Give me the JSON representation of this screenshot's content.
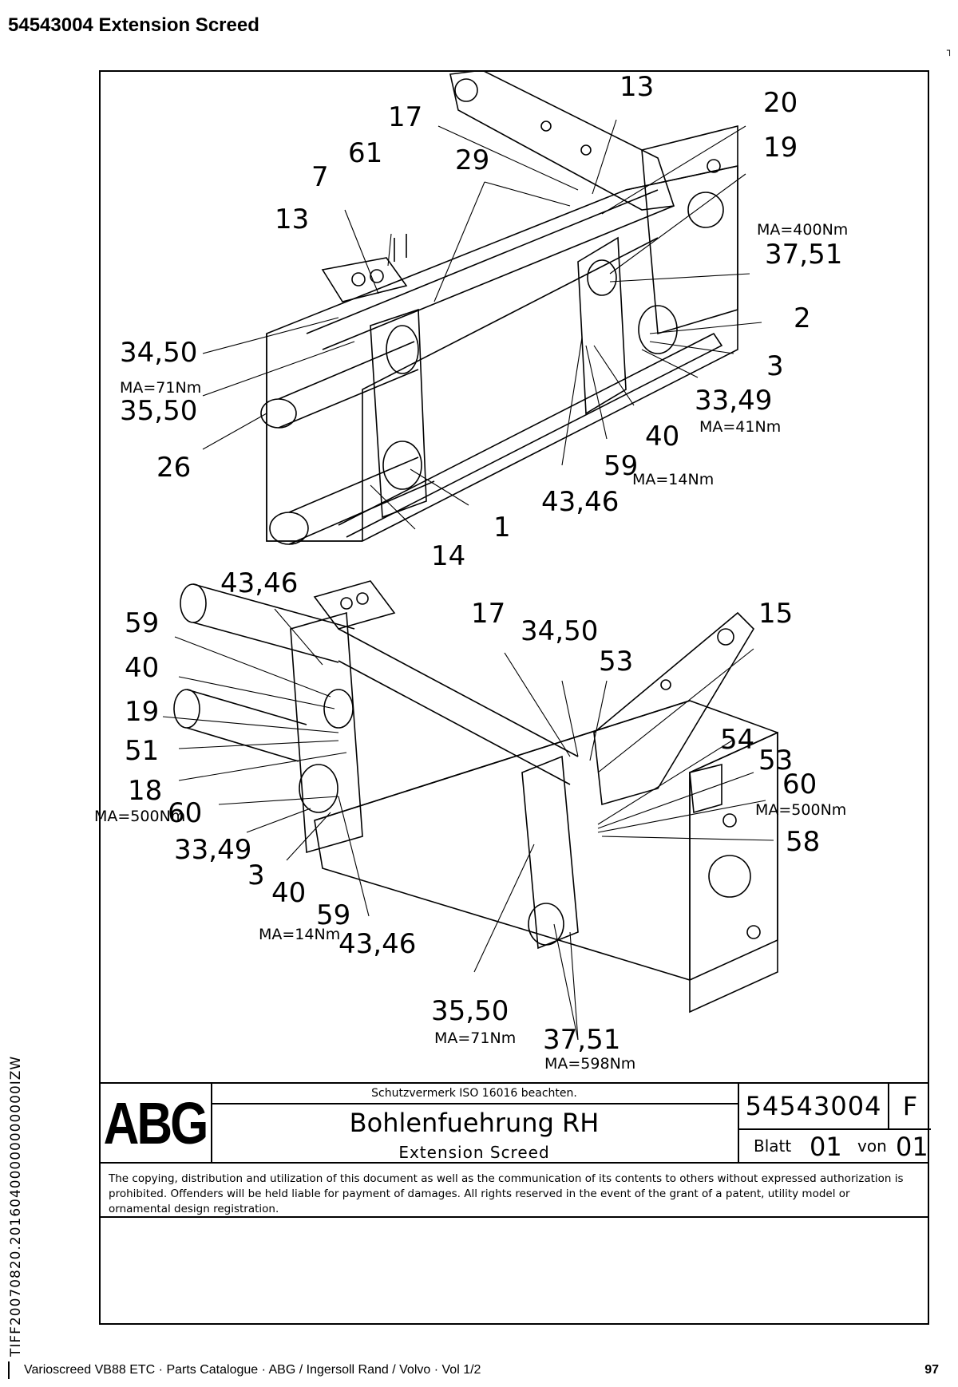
{
  "page_title": "54543004  Extension Screed",
  "side_code": "TIFF20070820.20160400000000000IZW",
  "callouts_top": [
    "13",
    "17",
    "61",
    "7",
    "29",
    "20",
    "19",
    "13",
    "37,51",
    "2",
    "3",
    "34,50",
    "35,50",
    "26",
    "33,49",
    "40",
    "59",
    "43,46",
    "1",
    "14"
  ],
  "torques_top": [
    "MA=400Nm",
    "MA=71Nm",
    "MA=41Nm",
    "MA=14Nm"
  ],
  "callouts_bottom": [
    "43,46",
    "59",
    "40",
    "19",
    "51",
    "18",
    "60",
    "33,49",
    "3",
    "40",
    "59",
    "43,46",
    "17",
    "34,50",
    "53",
    "15",
    "54",
    "53",
    "60",
    "58",
    "35,50",
    "37,51"
  ],
  "torques_bottom": [
    "MA=500Nm",
    "MA=14Nm",
    "MA=500Nm",
    "MA=71Nm",
    "MA=598Nm"
  ],
  "title_block": {
    "logo": "ABG",
    "notice": "Schutzvermerk ISO 16016 beachten.",
    "title": "Bohlenfuehrung RH",
    "subtitle": "Extension Screed",
    "drawing_number": "54543004",
    "revision": "F",
    "sheet_label": "Blatt",
    "sheet_value": "01",
    "of_label": "von",
    "of_value": "01"
  },
  "copyright": "The copying, distribution and utilization of this document as well as the communication of its contents to others without expressed authorization is prohibited. Offenders will be held liable for payment of damages. All rights reserved in the event of the grant of a patent, utility model or ornamental design registration.",
  "footer": {
    "left": "Varioscreed VB88 ETC  ·  Parts Catalogue  ·  ABG / Ingersoll Rand / Volvo  ·  Vol 1/2",
    "page": "97"
  }
}
